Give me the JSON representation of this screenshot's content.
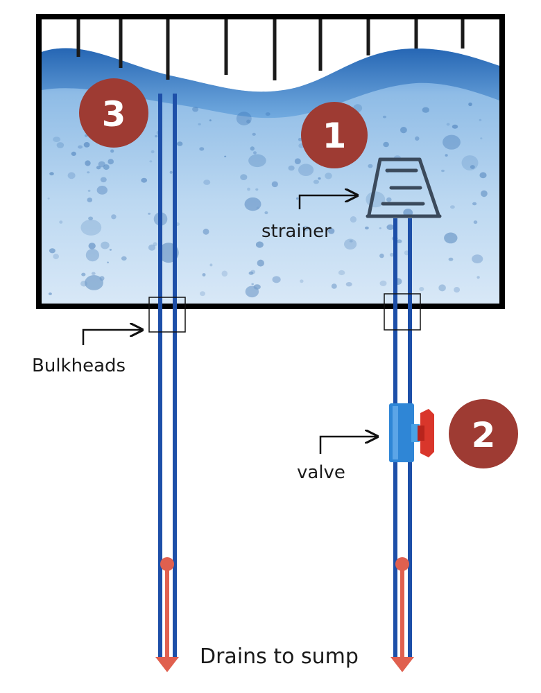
{
  "labels": {
    "strainer": "strainer",
    "bulkheads": "Bulkheads",
    "valve": "valve",
    "drains": "Drains to sump"
  },
  "badges": [
    "1",
    "2",
    "3"
  ],
  "colors": {
    "tank_border": "#000000",
    "water_light": "#cfe3f5",
    "water_mid": "#8fbce6",
    "water_deep": "#3f7fc4",
    "pipe": "#1d4fa8",
    "flow": "#e0604f",
    "badge": "#9e3b33",
    "valve_body": "#2f86d6",
    "valve_handle": "#d9362b",
    "strainer": "#3b4a5c"
  },
  "icons": [
    "strainer-icon",
    "valve-icon",
    "arrow-right-icon",
    "flow-arrow-icon"
  ]
}
